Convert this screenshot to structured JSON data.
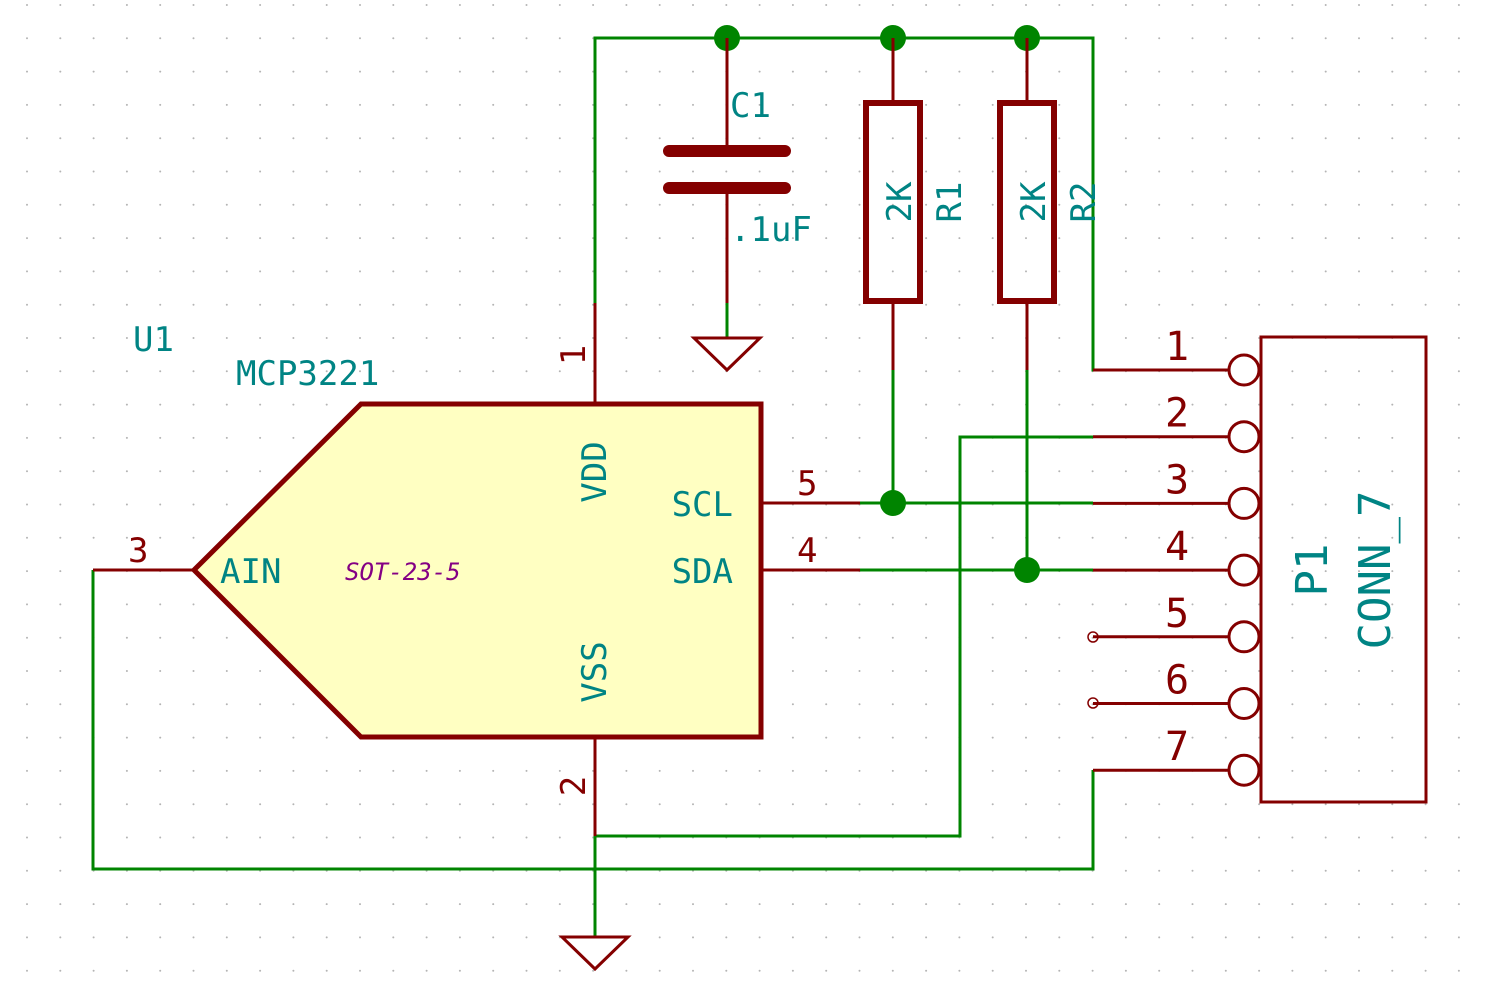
{
  "colors": {
    "wire": "#008400",
    "component": "#840000",
    "reference": "#008484",
    "footprint": "#840084",
    "ic_fill": "#ffffc2",
    "grid_dot": "#b4b4b4"
  },
  "u1": {
    "reference": "U1",
    "value": "MCP3221",
    "footprint": "SOT-23-5",
    "pins": {
      "vdd": {
        "number": "1",
        "name": "VDD"
      },
      "vss": {
        "number": "2",
        "name": "VSS"
      },
      "ain": {
        "number": "3",
        "name": "AIN"
      },
      "sda": {
        "number": "4",
        "name": "SDA"
      },
      "scl": {
        "number": "5",
        "name": "SCL"
      }
    }
  },
  "c1": {
    "reference": "C1",
    "value": ".1uF"
  },
  "r1": {
    "reference": "R1",
    "value": "2K"
  },
  "r2": {
    "reference": "R2",
    "value": "2K"
  },
  "p1": {
    "reference": "P1",
    "value": "CONN_7",
    "pins": [
      "1",
      "2",
      "3",
      "4",
      "5",
      "6",
      "7"
    ]
  }
}
